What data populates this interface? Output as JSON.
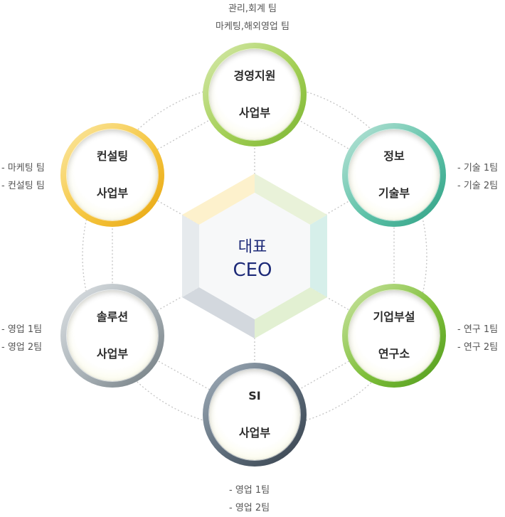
{
  "center": {
    "label_ko": "대표",
    "label_en": "CEO"
  },
  "colors": {
    "ceo_text": "#1d2a78",
    "management": "#8dc23f",
    "info_tech": "#3fb393",
    "research_lab": "#66ad2a",
    "si": "#4a5663",
    "solution": "#8c969b",
    "consulting": "#f0b52a"
  },
  "divisions": {
    "management": {
      "line1": "경영지원",
      "line2": "사업부",
      "teams": [
        "관리,회계 팀",
        "마케팅,해외영업 팀"
      ]
    },
    "info_tech": {
      "line1": "정보",
      "line2": "기술부",
      "teams": [
        "- 기술 1팀",
        "- 기술 2팀"
      ]
    },
    "research_lab": {
      "line1": "기업부설",
      "line2": "연구소",
      "teams": [
        "- 연구 1팀",
        "- 연구 2팀"
      ]
    },
    "si": {
      "line1": "SI",
      "line2": "사업부",
      "teams": [
        "- 영업 1팀",
        "- 영업 2팀"
      ]
    },
    "solution": {
      "line1": "솔루션",
      "line2": "사업부",
      "teams": [
        "- 영업 1팀",
        "- 영업 2팀"
      ]
    },
    "consulting": {
      "line1": "컨설팅",
      "line2": "사업부",
      "teams": [
        "- 마케팅 팀",
        "- 컨설팅 팀"
      ]
    }
  }
}
